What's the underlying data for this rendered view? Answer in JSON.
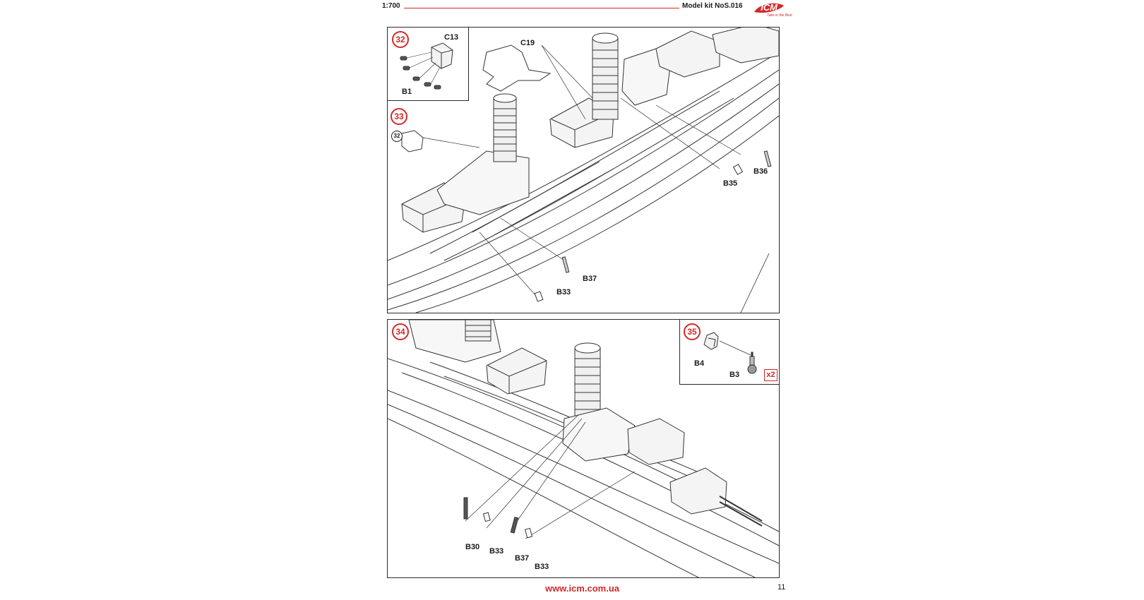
{
  "header": {
    "scale": "1:700",
    "model": "Model kit NoS.016",
    "brand": "ICM",
    "brand_tagline": "Take in the Best",
    "accent_color": "#d4282a"
  },
  "steps": [
    {
      "number": "32",
      "parts": [
        "C13",
        "B1"
      ]
    },
    {
      "number": "33",
      "reference": "32",
      "parts": [
        "C19",
        "B35",
        "B36",
        "B37",
        "B33"
      ]
    },
    {
      "number": "34",
      "parts": [
        "B30",
        "B33",
        "B37",
        "B33"
      ]
    },
    {
      "number": "35",
      "parts": [
        "B4",
        "B3"
      ],
      "quantity": "x2"
    }
  ],
  "footer": {
    "url": "www.icm.com.ua",
    "page": "11"
  }
}
